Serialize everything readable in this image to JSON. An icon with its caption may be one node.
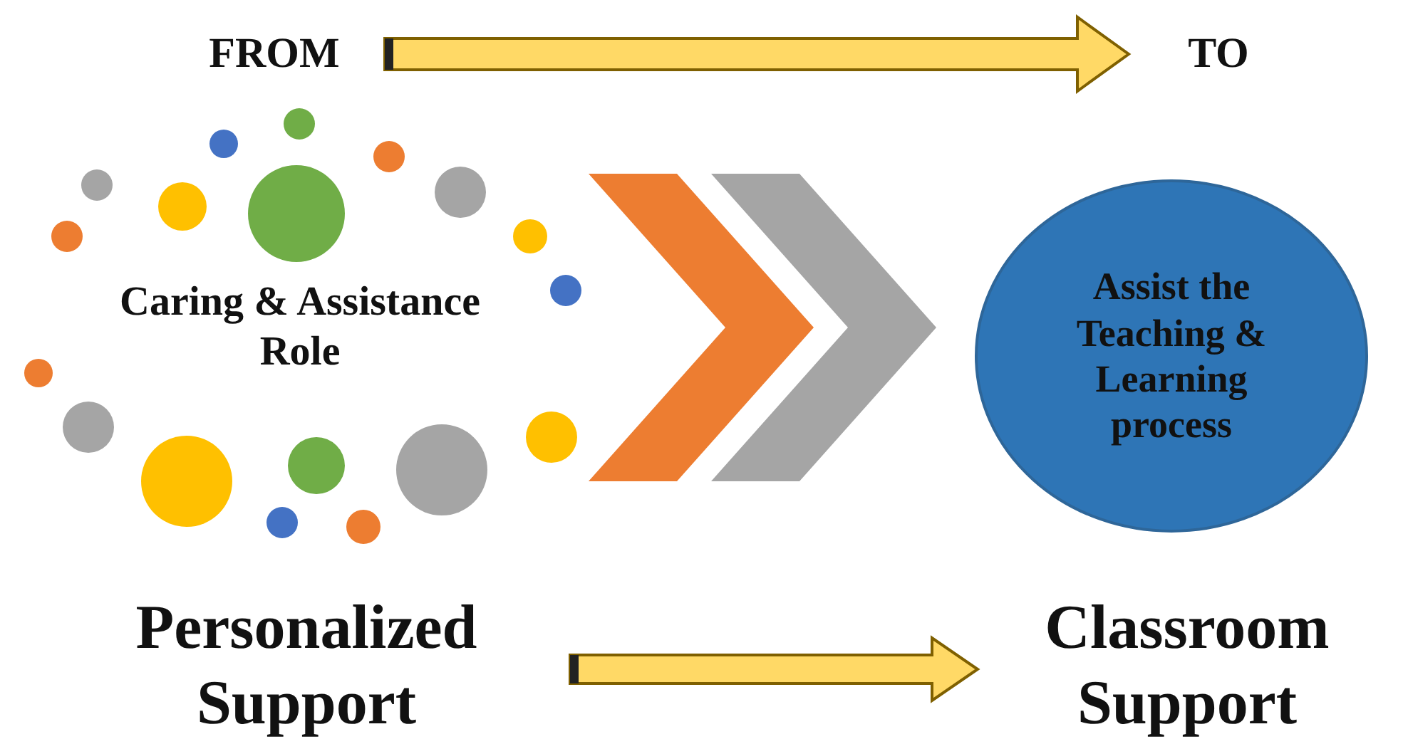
{
  "diagram": {
    "nodes": [
      {
        "text": [
          "FROM"
        ]
      },
      {
        "text": [
          "TO"
        ]
      },
      {
        "text": [
          "Caring & Assistance Role"
        ]
      },
      {
        "text": [
          "Assist the Teaching & Learning process"
        ]
      },
      {
        "text": [
          "Personalized Support"
        ]
      },
      {
        "text": [
          "Classroom Support"
        ]
      }
    ],
    "edges": [
      {
        "from": 0,
        "to": 1,
        "arrow": "to",
        "style": "thick"
      },
      {
        "from": 2,
        "to": 3,
        "arrow": "to",
        "style": "thick",
        "color": "#ed7d31"
      },
      {
        "from": 2,
        "to": 3,
        "arrow": "to",
        "style": "thick",
        "color": "#a5a5a5"
      },
      {
        "from": 4,
        "to": 5,
        "arrow": "to",
        "style": "thick"
      }
    ]
  }
}
